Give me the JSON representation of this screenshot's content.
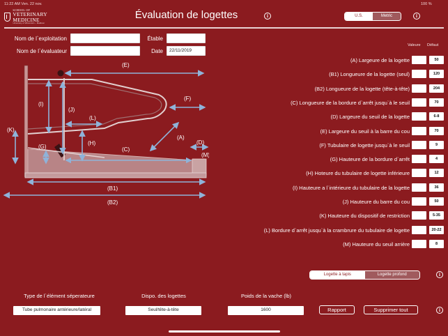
{
  "status_bar": {
    "time_date": "11:22 AM   Ven. 22 nov.",
    "battery": "100 %"
  },
  "logo": {
    "line1": "SCHOOL OF",
    "line2": "VETERINARY MEDICINE",
    "line3": "University of Wisconsin – Madison"
  },
  "header": {
    "title": "Évaluation de logettes",
    "units": [
      "U.S.",
      "Metric"
    ],
    "units_selected": "U.S."
  },
  "form": {
    "farm_label": "Nom de l`exploitation",
    "farm_value": "",
    "barn_label": "Étable",
    "barn_value": "",
    "evaluator_label": "Nom de l`évaluateur",
    "evaluator_value": "",
    "date_label": "Date",
    "date_value": "22/11/2019"
  },
  "diagram": {
    "labels": [
      "(E)",
      "(I)",
      "(J)",
      "(F)",
      "(L)",
      "(K)",
      "(G)",
      "(H)",
      "(C)",
      "(A)",
      "(D)",
      "(M)",
      "(B1)",
      "(B2)"
    ]
  },
  "table": {
    "col_value": "Valeure",
    "col_default": "Défaut",
    "rows": [
      {
        "label": "(A) Largeure de la logette",
        "value": "",
        "default": "50"
      },
      {
        "label": "(B1) Longueure de la logette (seul)",
        "value": "",
        "default": "120"
      },
      {
        "label": "(B2) Longueure de la logette (tête-à-tête)",
        "value": "",
        "default": "204"
      },
      {
        "label": "(C) Longueure de la bordure d`arrêt jusqu`à le seuil",
        "value": "",
        "default": "70"
      },
      {
        "label": "(D) Largeure du seuil de la logette",
        "value": "",
        "default": "6-8"
      },
      {
        "label": "(E) Largeure du seuil à la barre du cou",
        "value": "",
        "default": "70"
      },
      {
        "label": "(F) Tubulaire de logette jusqu`à le seuil",
        "value": "",
        "default": "9"
      },
      {
        "label": "(G) Hauteure de la bordure d`arrêt",
        "value": "",
        "default": "4"
      },
      {
        "label": "(H) Hoteure du tubulaire de logette inférieure",
        "value": "",
        "default": "12"
      },
      {
        "label": "(I) Hauteure a l`intérieure du tubulaire de la logette",
        "value": "",
        "default": "36"
      },
      {
        "label": "(J) Hauteure du barre du cou",
        "value": "",
        "default": "50"
      },
      {
        "label": "(K) Hauteure du dispositif de restriction",
        "value": "",
        "default": "5-35"
      },
      {
        "label": "(L) Bordure d`arrêt jusqu`à la crambrure du tubulaire de logette",
        "value": "",
        "default": "20-22"
      },
      {
        "label": "(M) Hauteure du seuil arrière",
        "value": "",
        "default": "8"
      }
    ]
  },
  "stall_type": {
    "options": [
      "Logette à tapis",
      "Logette profond"
    ],
    "selected": "Logette à tapis"
  },
  "bottom": {
    "divider_label": "Type de l`élément séperateure",
    "divider_value": "Tube pulmonaire antérieure/latéral",
    "layout_label": "Dispo. des logettes",
    "layout_value": "Seul/tête-à-tête",
    "weight_label": "Poids de la vache (lb)",
    "weight_value": "1600",
    "report_button": "Rapport",
    "clear_button": "Supprimer tout"
  },
  "colors": {
    "background": "#8b1b1f",
    "diagram_blue": "#8fb3d9",
    "accent_white": "#ffffff"
  }
}
